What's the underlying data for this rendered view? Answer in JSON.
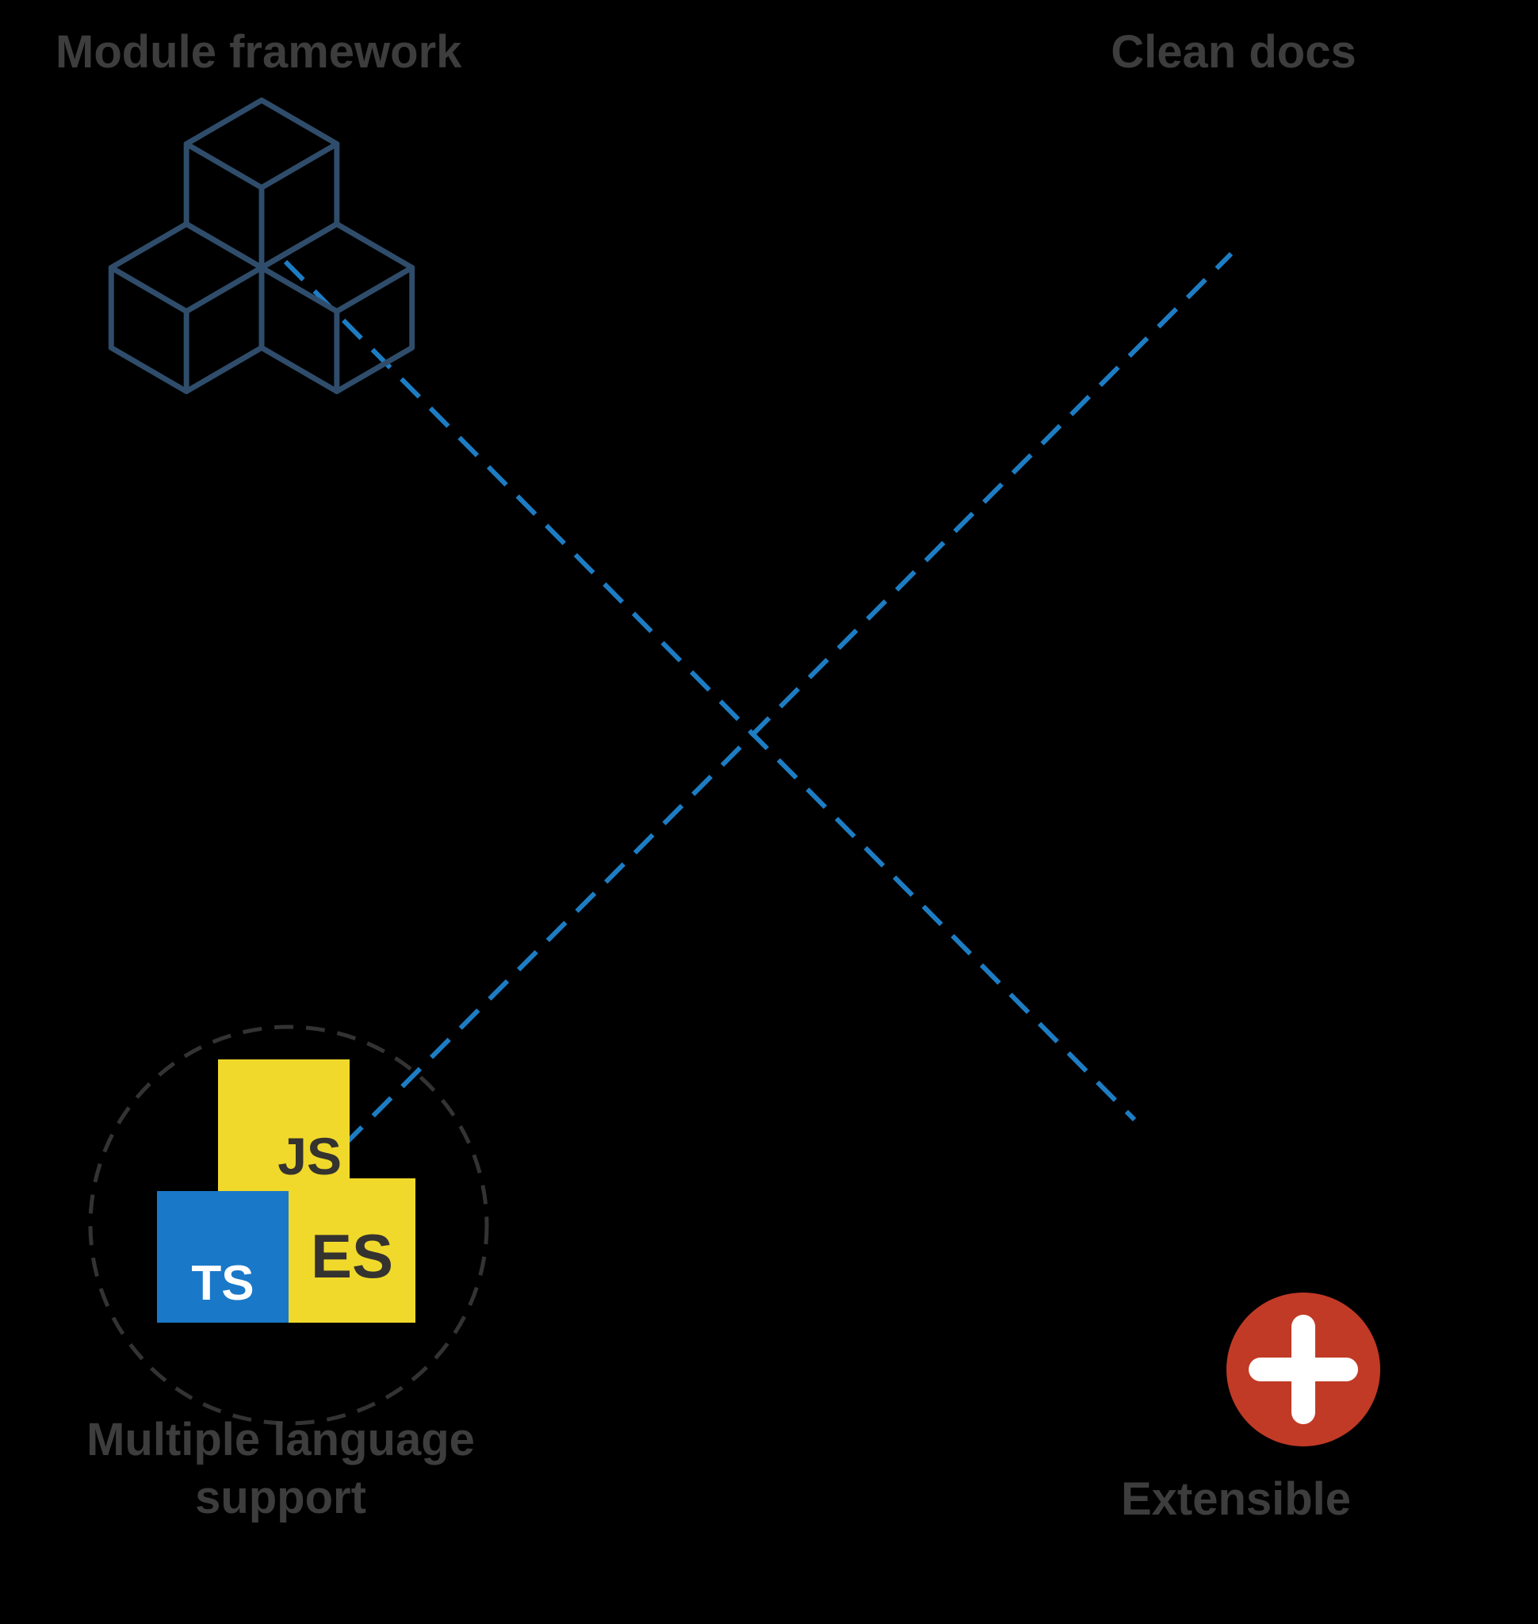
{
  "colors": {
    "background": "#000000",
    "label_text": "#3d3d3d",
    "connector_blue": "#1d7dc4",
    "cube_outline": "#2f4d6b",
    "dashed_circle": "#333333",
    "js_yellow": "#f0d92b",
    "es_yellow": "#f0d92b",
    "ts_blue": "#1a78c8",
    "block_dark_text": "#35332f",
    "block_light_text": "#ffffff",
    "extensible_red": "#c13a26",
    "plus_white": "#ffffff"
  },
  "features": {
    "module_framework": {
      "label": "Module framework",
      "icon": "stacked-cubes-icon"
    },
    "clean_docs": {
      "label": "Clean docs"
    },
    "multiple_language_support": {
      "label": "Multiple language support",
      "icon": "language-blocks-icon",
      "blocks": [
        {
          "text": "JS"
        },
        {
          "text": "TS"
        },
        {
          "text": "ES"
        }
      ]
    },
    "extensible": {
      "label": "Extensible",
      "icon": "plus-circle-icon"
    }
  },
  "connectors": {
    "style": "dashed",
    "lines": [
      {
        "from": "module_framework",
        "to": "extensible"
      },
      {
        "from": "multiple_language_support",
        "to": "clean_docs"
      }
    ]
  }
}
